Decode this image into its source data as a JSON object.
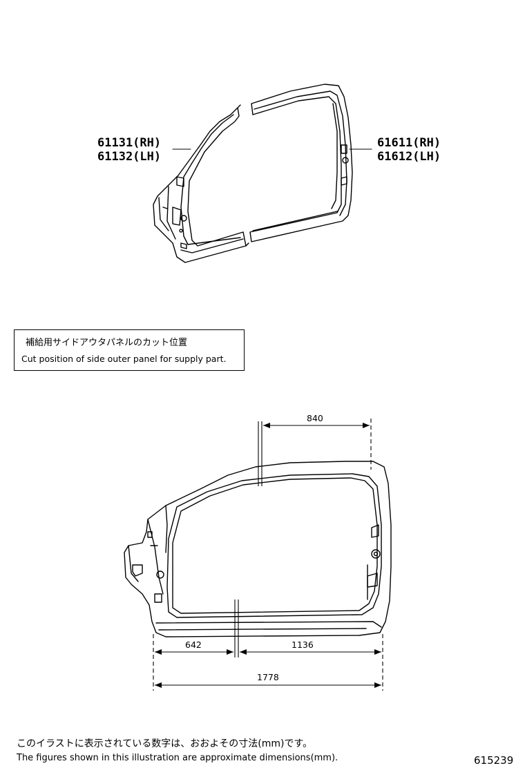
{
  "parts": {
    "left_rh": "61131(RH)",
    "left_lh": "61132(LH)",
    "right_rh": "61611(RH)",
    "right_lh": "61612(LH)"
  },
  "callout": {
    "japanese": "補給用サイドアウタパネルのカット位置",
    "english": "Cut position of side outer panel for supply part."
  },
  "dimensions": {
    "top": "840",
    "bottom_left": "642",
    "bottom_right": "1136",
    "overall": "1778"
  },
  "footnote": {
    "japanese": "このイラストに表示されている数字は、おおよその寸法(mm)です。",
    "english": "The figures shown in this illustration are approximate dimensions(mm)."
  },
  "diagram_id": "615239"
}
